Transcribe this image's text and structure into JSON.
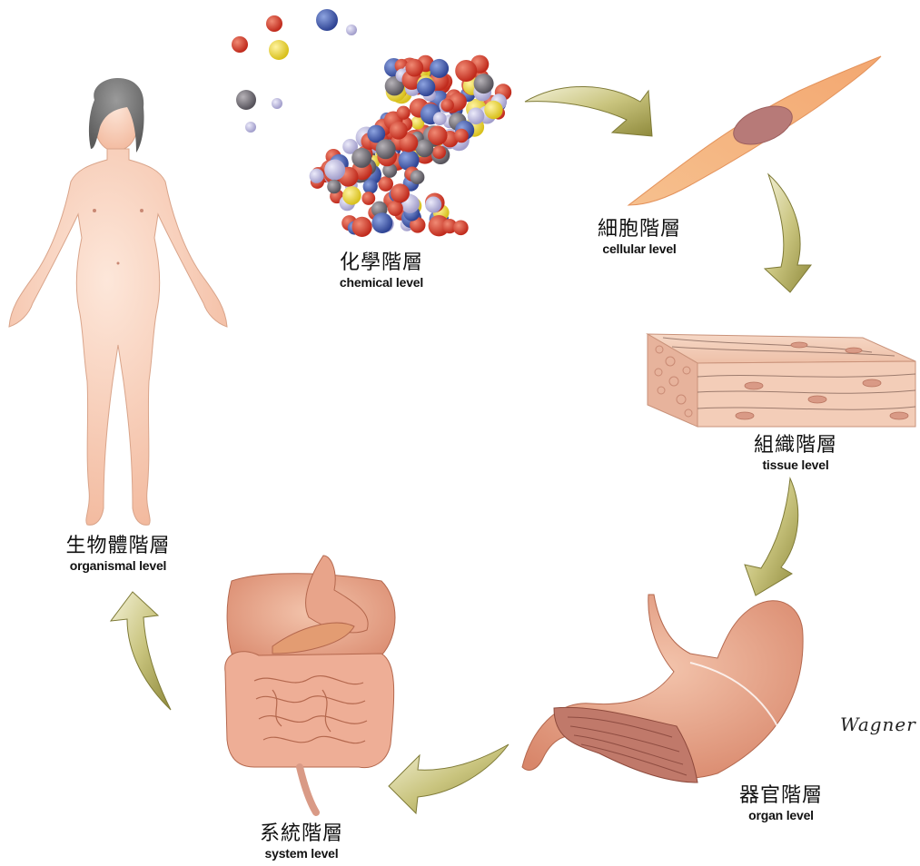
{
  "levels": {
    "chemical": {
      "zh": "化學階層",
      "en": "chemical level"
    },
    "cellular": {
      "zh": "細胞階層",
      "en": "cellular level"
    },
    "tissue": {
      "zh": "組織階層",
      "en": "tissue level"
    },
    "organ": {
      "zh": "器官階層",
      "en": "organ level"
    },
    "system": {
      "zh": "系統階層",
      "en": "system level"
    },
    "organismal": {
      "zh": "生物體階層",
      "en": "organismal level"
    }
  },
  "signature": "Wagner",
  "colors": {
    "arrow": "#b9b46a",
    "atom_red": "#d23a2a",
    "atom_blue": "#3b55a8",
    "atom_yellow": "#e8d42a",
    "atom_lavender": "#b7b3dc",
    "atom_gray": "#6e6a70",
    "skin": "#f7cdb4",
    "tissue": "#f0c4a8",
    "organ": "#e8a48a"
  }
}
